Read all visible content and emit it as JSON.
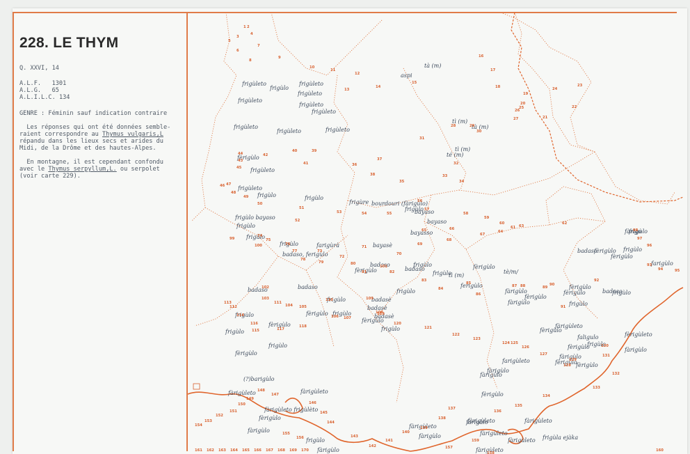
{
  "title": "228. LE THYM",
  "legend": {
    "q": "Q. XXVI, 14",
    "refs": [
      {
        "atlas": "A.L.F.",
        "number": "1301"
      },
      {
        "atlas": "A.L.G.",
        "number": "65"
      },
      {
        "atlas": "A.L.I.L.C.",
        "number": "134"
      }
    ],
    "genre": "GENRE : Féminin sauf indication contraire",
    "para1": [
      "  Les réponses qui ont été données semble-",
      "raient correspondre au ",
      "Thymus vulgaris,L",
      "répandu dans les lieux secs et arides du",
      "Midi, de la Drôme et des hautes-Alpes."
    ],
    "para2": [
      "  En montagne, il est cependant confondu",
      "avec le ",
      "Thymus serpyllum,L.",
      " ou serpolet",
      "(voir carte 229)."
    ]
  },
  "map": {
    "colors": {
      "boundary": "#e07b48",
      "coast": "#e0652c",
      "number": "#d8602e",
      "word": "#3d4a5c"
    },
    "words": [
      "frigùleto",
      "frigùlo",
      "frigùleto",
      "frigùleto",
      "tà (m)",
      "aspi",
      "frigùleto",
      "frigùleto",
      "frigùleto",
      "frigùleto",
      "frigùleto",
      "tì (m)",
      "tà (m)",
      "frigùleto",
      "tì (m)",
      "té (m)",
      "frigùleto",
      "fèrigùlo",
      "frigùleto",
      "frigùlo",
      "frigùlo",
      "frigùre",
      "frigùlo bayaso",
      "frigùlo",
      "bayaso",
      "bayaso",
      "frigùlo",
      "bourdouri (fàrigùlo)",
      "bayasso",
      "frigùlo",
      "frigùlo",
      "farigùrà",
      "bayasè",
      "badaso, ferigùlo",
      "tì (m)",
      "badaso",
      "frigùlo",
      "frigùlo",
      "fèrigùlo",
      "badaso",
      "tè/m/",
      "fèrigùlo",
      "fàrigùlo",
      "ferigùlo",
      "badasè",
      "frigùlo",
      "badaso",
      "badaso",
      "frigùlo",
      "badasè",
      "fèrigùlo",
      "frigùlo",
      "badasè",
      "frigùlo",
      "fèrigùlo",
      "fèrigùlo",
      "frigùlo",
      "frigùlo",
      "frigùlo",
      "fèrigùlo",
      "fàrigùlo",
      "fèrigùlo",
      "fèrigùlo",
      "fèrigùlo",
      "badaso",
      "frigùlo",
      "frigùlo",
      "farigùlo",
      "frigùlo",
      "fèrigùlo",
      "badaso",
      "fèrigùlo",
      "frigùlo",
      "fàrigo",
      "fàrigùlo",
      "fàrigùleto",
      "fèrigùlo",
      "fèrigùlo",
      "fèrigùlo",
      "farigùleto",
      "fàrigùlo",
      "fèrigùlo",
      "fàrigùlo",
      "fèrigùlo",
      "faligulo",
      "fèrigùleto",
      "fàrigùlo",
      "frigùlo",
      "(?)barigùlo",
      "fàrigùleto",
      "fàrigùleto",
      "fàrigùleto frigùlèto",
      "fèrigùlo",
      "fàrigùlo",
      "frigùlo",
      "fàrigùlo",
      "fàrigùleto",
      "fàrigùlo",
      "fàrigùlo",
      "fàrigùleto",
      "fàrigùleto",
      "fàrigùleto",
      "fàrigùleto",
      "fàrigùleto",
      "frigùla ejàka"
    ],
    "numbers": [
      "1",
      "2",
      "3",
      "4",
      "5",
      "6",
      "7",
      "8",
      "9",
      "10",
      "11",
      "12",
      "13",
      "14",
      "15",
      "16",
      "17",
      "18",
      "19",
      "20",
      "21",
      "22",
      "23",
      "24",
      "25",
      "26",
      "27",
      "28",
      "29",
      "30",
      "31",
      "32",
      "33",
      "34",
      "35",
      "36",
      "37",
      "38",
      "39",
      "40",
      "41",
      "42",
      "43",
      "44",
      "45",
      "46",
      "47",
      "48",
      "49",
      "50",
      "51",
      "52",
      "53",
      "54",
      "55",
      "56",
      "57",
      "58",
      "59",
      "60",
      "61",
      "62",
      "63",
      "64",
      "65",
      "66",
      "67",
      "68",
      "69",
      "70",
      "71",
      "72",
      "73",
      "74",
      "75",
      "76",
      "77",
      "78",
      "79",
      "80",
      "81",
      "82",
      "83",
      "84",
      "85",
      "86",
      "87",
      "88",
      "89",
      "90",
      "91",
      "92",
      "93",
      "94",
      "95",
      "96",
      "97",
      "98",
      "99",
      "100",
      "101",
      "102",
      "103",
      "104",
      "105",
      "106",
      "107",
      "108",
      "109",
      "110",
      "111",
      "112",
      "113",
      "114",
      "115",
      "116",
      "117",
      "118",
      "119",
      "120",
      "121",
      "122",
      "123",
      "124",
      "125",
      "126",
      "127",
      "128",
      "129",
      "130",
      "131",
      "132",
      "133",
      "134",
      "135",
      "136",
      "137",
      "138",
      "139",
      "140",
      "141",
      "142",
      "143",
      "144",
      "145",
      "146",
      "147",
      "148",
      "149",
      "150",
      "151",
      "152",
      "153",
      "154",
      "155",
      "156",
      "157",
      "158",
      "159",
      "160",
      "161",
      "162",
      "163",
      "164",
      "165",
      "166",
      "167",
      "168",
      "169",
      "170"
    ]
  }
}
